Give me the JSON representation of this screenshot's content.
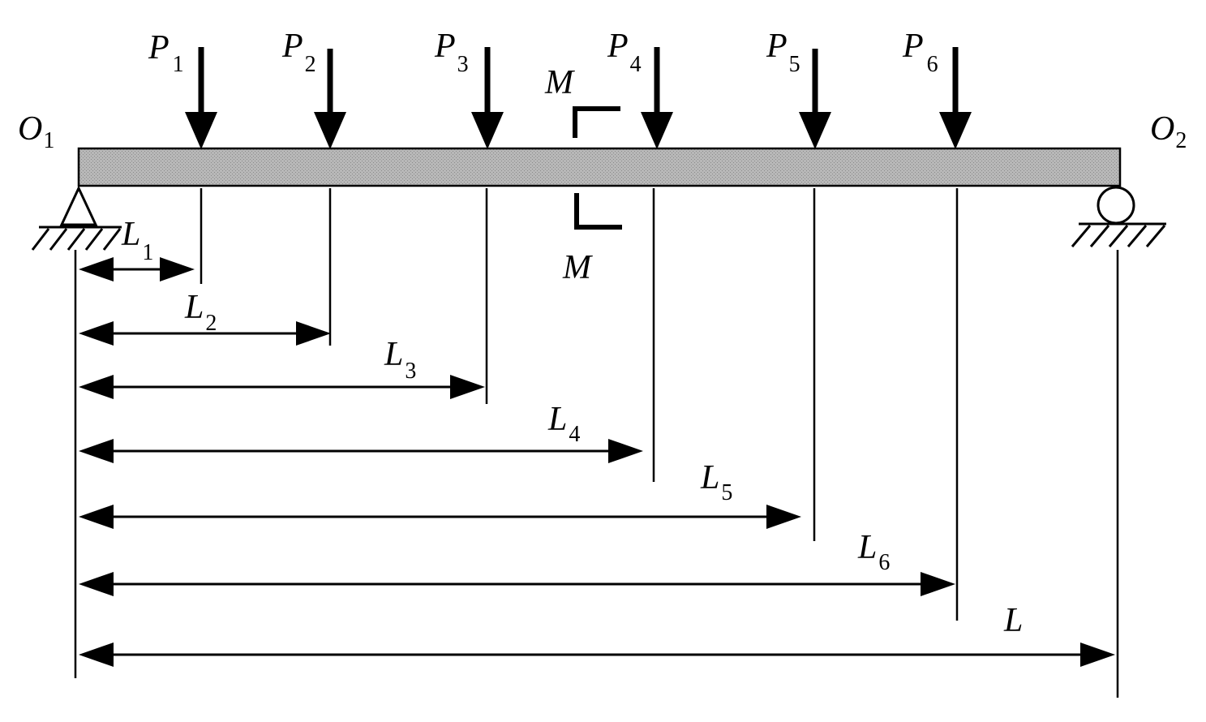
{
  "colors": {
    "ink": "#000000",
    "beam_fill": "#b3b3b3",
    "background": "#ffffff"
  },
  "supports": {
    "left": {
      "letter": "O",
      "sub": "1",
      "type": "pin"
    },
    "right": {
      "letter": "O",
      "sub": "2",
      "type": "roller"
    }
  },
  "loads": [
    {
      "letter": "P",
      "sub": "1"
    },
    {
      "letter": "P",
      "sub": "2"
    },
    {
      "letter": "P",
      "sub": "3"
    },
    {
      "letter": "P",
      "sub": "4"
    },
    {
      "letter": "P",
      "sub": "5"
    },
    {
      "letter": "P",
      "sub": "6"
    }
  ],
  "section": {
    "top_label": "M",
    "bottom_label": "M"
  },
  "dimensions": [
    {
      "letter": "L",
      "sub": "1"
    },
    {
      "letter": "L",
      "sub": "2"
    },
    {
      "letter": "L",
      "sub": "3"
    },
    {
      "letter": "L",
      "sub": "4"
    },
    {
      "letter": "L",
      "sub": "5"
    },
    {
      "letter": "L",
      "sub": "6"
    },
    {
      "letter": "L",
      "sub": ""
    }
  ]
}
